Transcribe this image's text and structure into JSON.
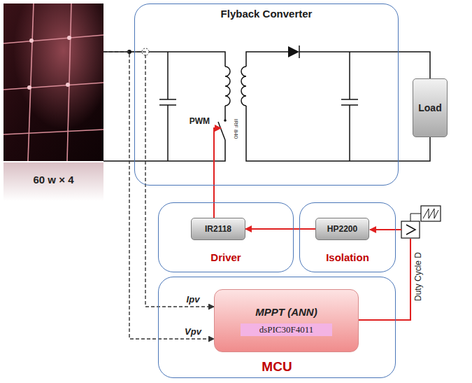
{
  "diagram": {
    "nodes": [
      {
        "text": [
          "60 w × 4"
        ]
      },
      {
        "text": [
          "Flyback Converter"
        ]
      },
      {
        "text": [
          "Load"
        ]
      },
      {
        "text": [
          "Driver"
        ]
      },
      {
        "text": [
          "IR2118"
        ],
        "in": 3
      },
      {
        "text": [
          "Isolation"
        ]
      },
      {
        "text": [
          "HP2200"
        ],
        "in": 5
      },
      {
        "text": [
          "MCU"
        ]
      },
      {
        "text": [
          "MPPT (ANN)",
          "dsPIC30F4011"
        ],
        "in": 7
      }
    ],
    "edges": [
      {
        "from": 4,
        "to": 1,
        "arrow": "to",
        "label": "PWM"
      },
      {
        "from": 6,
        "to": 4,
        "arrow": "to"
      },
      {
        "from": 0,
        "to": 8,
        "arrow": "to",
        "label": "Ipv"
      },
      {
        "from": 0,
        "to": 8,
        "arrow": "to",
        "label": "Vpv"
      }
    ],
    "labels": [
      "IRF 840",
      "Duty Cycle D"
    ]
  }
}
